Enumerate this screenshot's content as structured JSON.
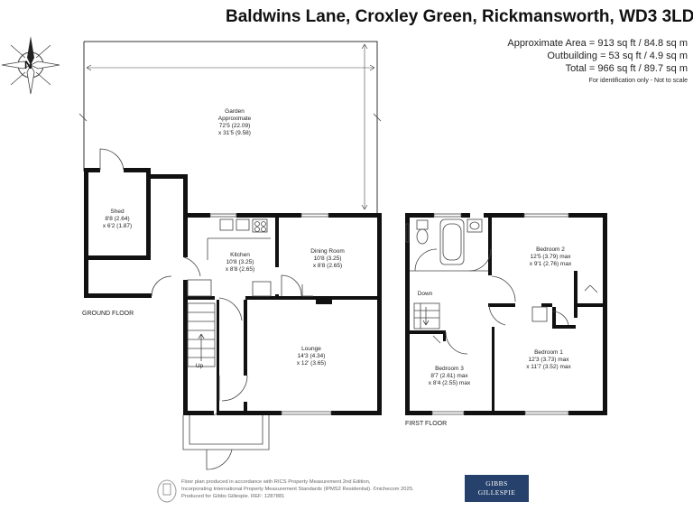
{
  "header": {
    "title": "Baldwins Lane, Croxley Green, Rickmansworth, WD3 3LD",
    "areas": [
      "Approximate Area = 913 sq ft / 84.8 sq m",
      "Outbuilding = 53 sq ft / 4.9 sq m",
      "Total = 966 sq ft / 89.7 sq m"
    ],
    "note": "For identification only - Not to scale"
  },
  "compass": {
    "label": "N"
  },
  "floors": {
    "ground": "GROUND FLOOR",
    "first": "FIRST FLOOR"
  },
  "rooms": {
    "garden": [
      "Garden",
      "Approximate",
      "72'5 (22.09)",
      "x 31'5 (9.58)"
    ],
    "shed": [
      "Shed",
      "8'8 (2.64)",
      "x 6'2 (1.87)"
    ],
    "kitchen": [
      "Kitchen",
      "10'8 (3.25)",
      "x 8'8 (2.65)"
    ],
    "dining": [
      "Dining Room",
      "10'8 (3.25)",
      "x 8'8 (2.65)"
    ],
    "lounge": [
      "Lounge",
      "14'3 (4.34)",
      "x 12' (3.65)"
    ],
    "bedroom2": [
      "Bedroom 2",
      "12'5 (3.79) max",
      "x 9'1 (2.76) max"
    ],
    "bedroom1": [
      "Bedroom 1",
      "12'3 (3.73) max",
      "x 11'7 (3.52) max"
    ],
    "bedroom3": [
      "Bedroom 3",
      "8'7 (2.61) max",
      "x 8'4 (2.55) max"
    ]
  },
  "stairs": {
    "up": "Up",
    "down": "Down"
  },
  "footer": {
    "lines": [
      "Floor plan produced in accordance with RICS Property Measurement 2nd Edition,",
      "Incorporating International Property Measurement Standards (IPMS2 Residential).  ©nichecom 2025.",
      "Produced for Gibbs Gillespie.   REF: 1287881"
    ],
    "logo": [
      "GIBBS",
      "GILLESPIE"
    ]
  }
}
